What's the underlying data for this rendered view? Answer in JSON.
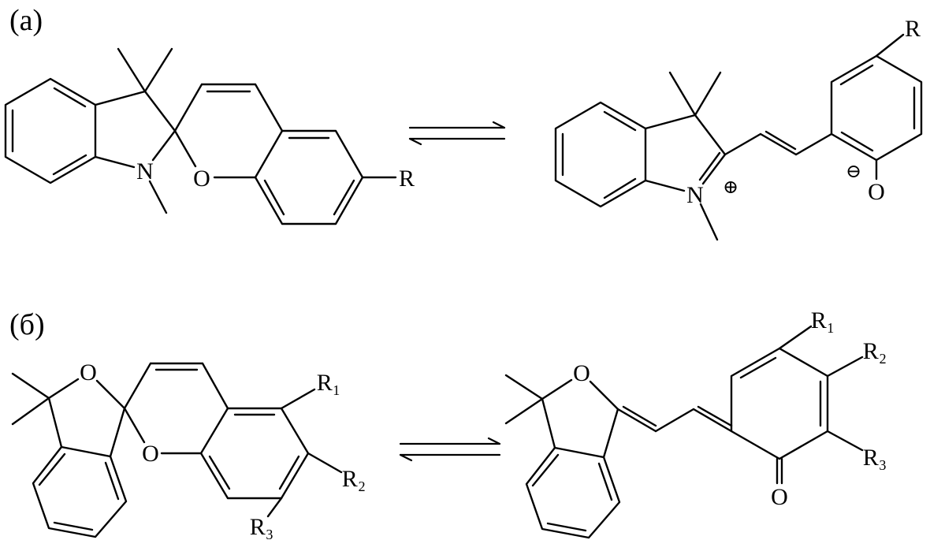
{
  "figure": {
    "panel_a": {
      "label": "(a)",
      "closed_form": {
        "nitrogen": "N",
        "oxygen": "O",
        "substituent_r": "R"
      },
      "open_form": {
        "nitrogen": "N",
        "plus_charge": "⊕",
        "oxygen": "O",
        "minus_charge": "⊖",
        "substituent_r": "R"
      }
    },
    "panel_b": {
      "label": "(б)",
      "closed_form": {
        "furan_oxygen": "O",
        "pyran_oxygen": "O",
        "r1": "R₁",
        "r2": "R₂",
        "r3": "R₃"
      },
      "open_form": {
        "furan_oxygen": "O",
        "carbonyl_oxygen": "O",
        "r1": "R₁",
        "r2": "R₂",
        "r3": "R₃"
      }
    }
  },
  "colors": {
    "ink": "#000000",
    "background": "#ffffff"
  }
}
